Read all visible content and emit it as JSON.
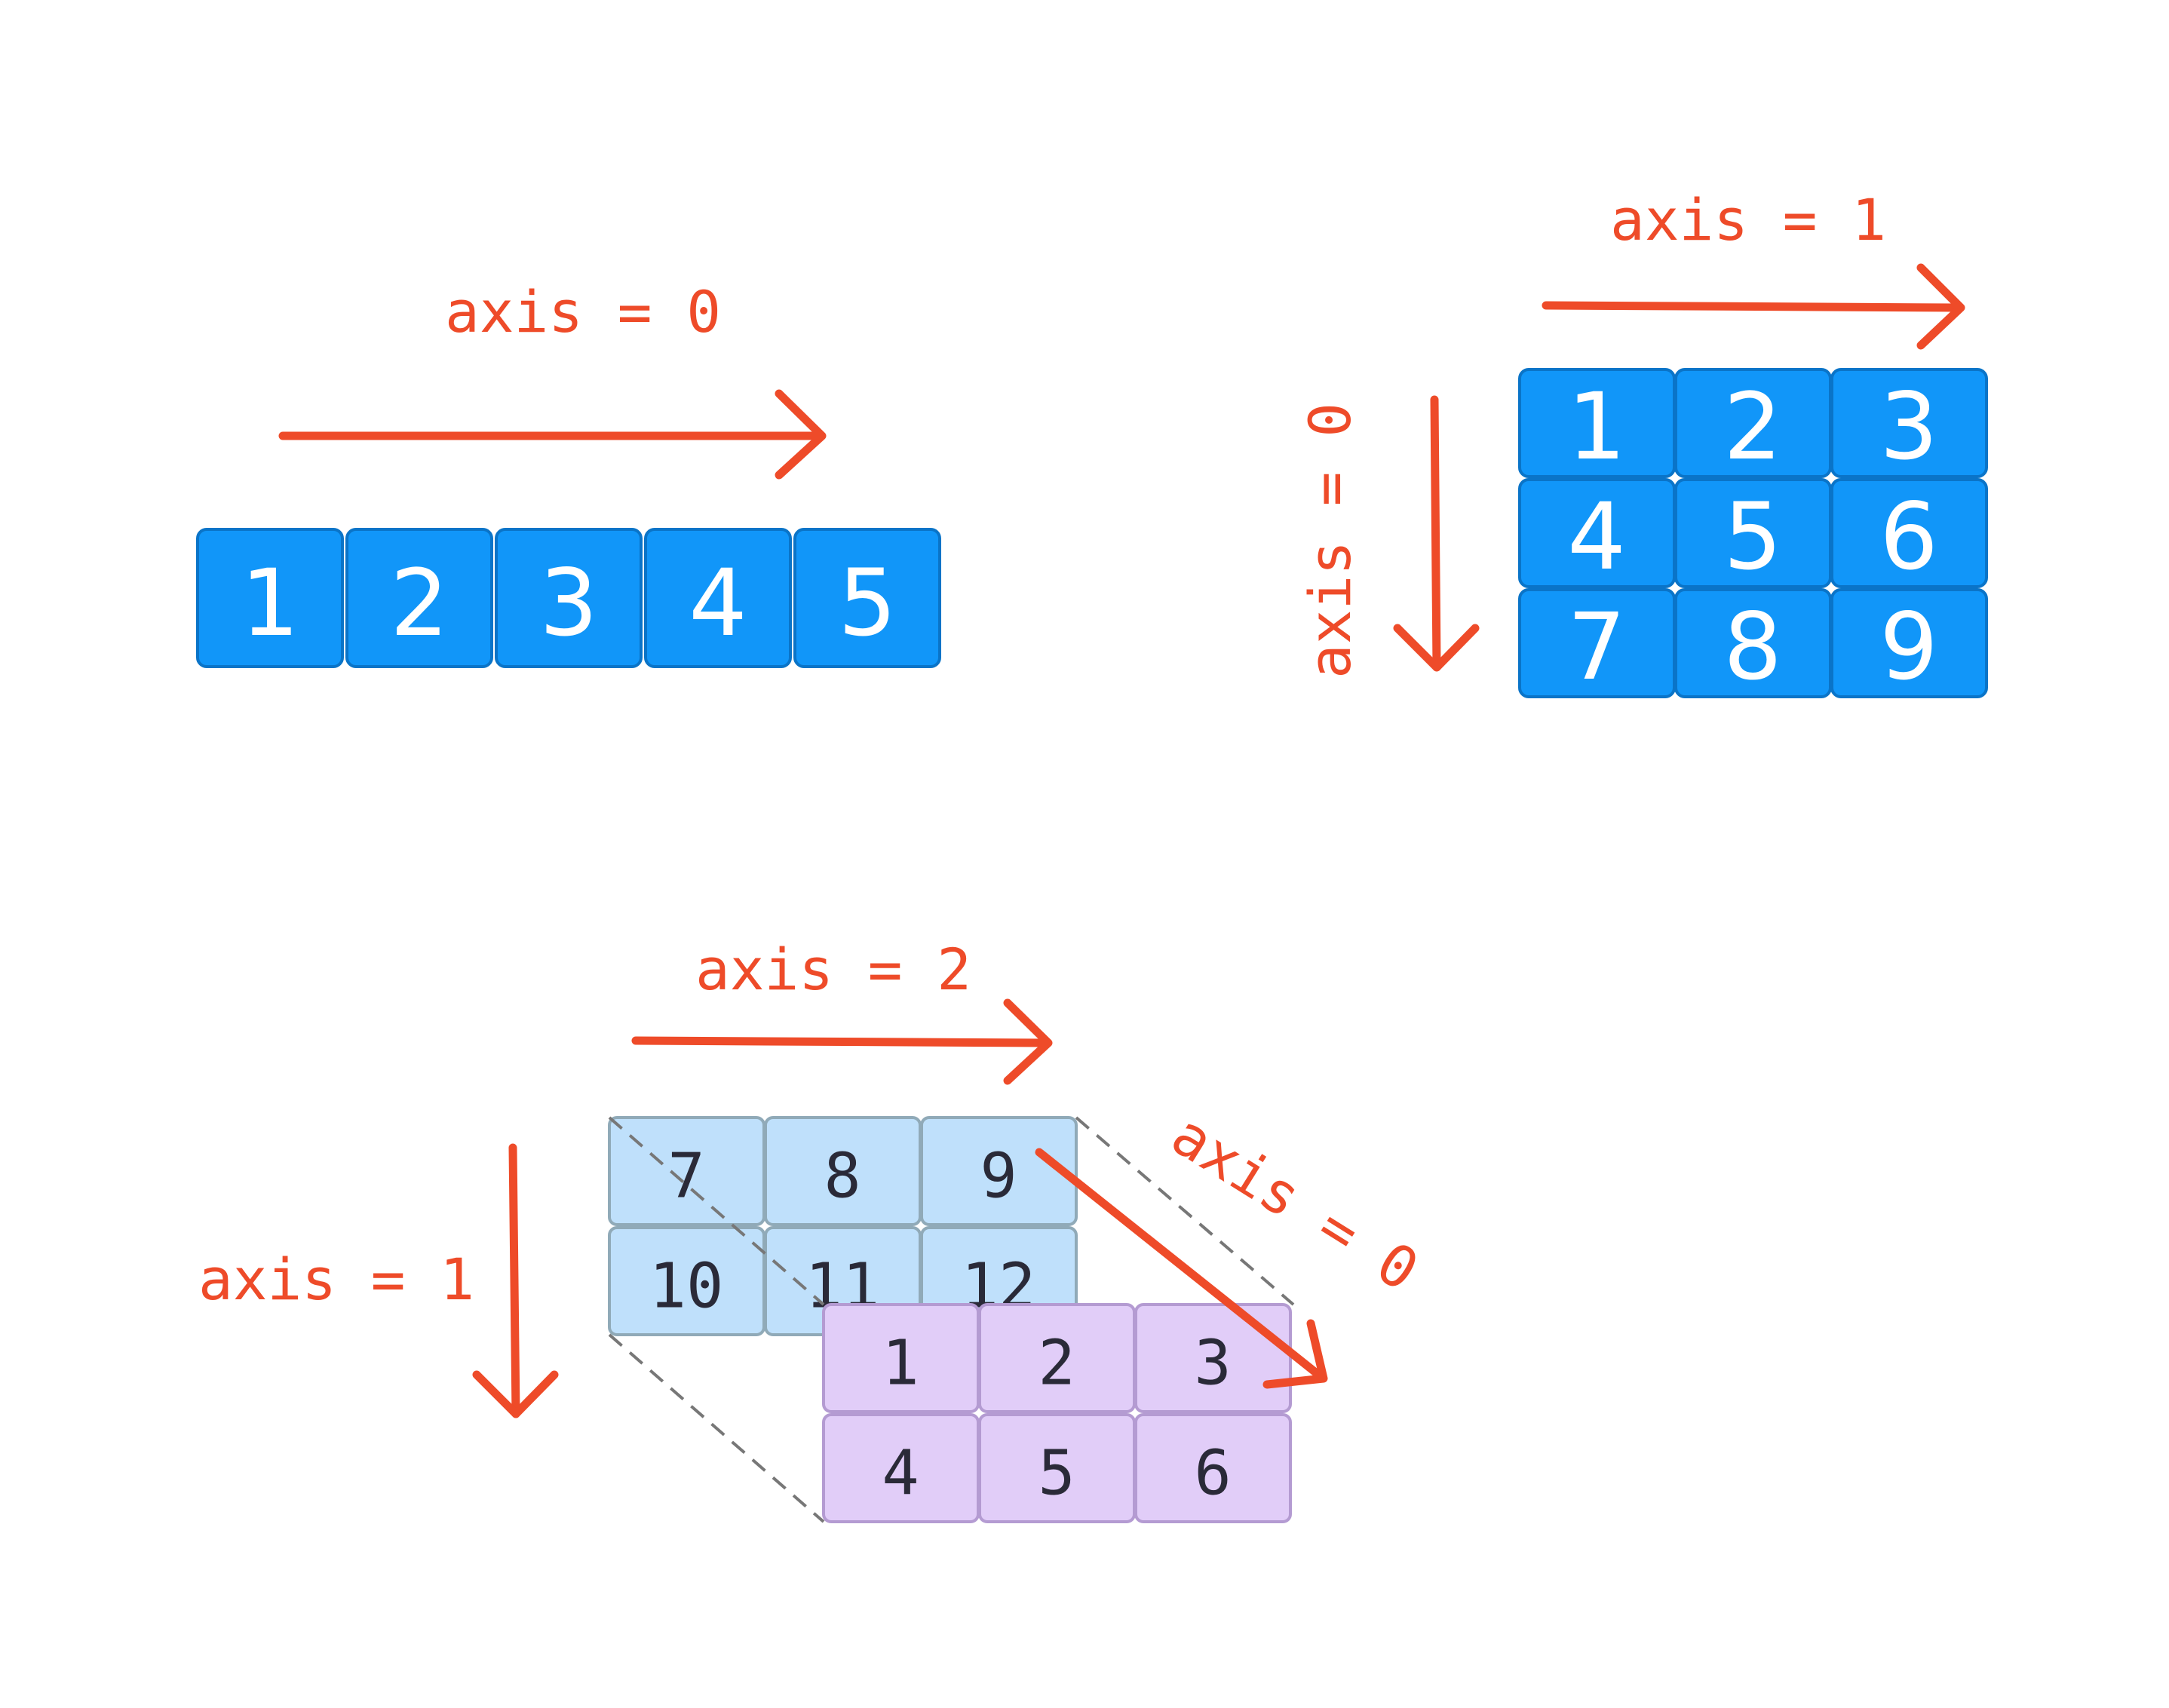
{
  "colors": {
    "accent_arrow": "#ee4b29",
    "cell_dark": "#1196f9",
    "cell_light_blue": "#bfe0fb",
    "cell_purple": "#e1cdf8",
    "text_dark": "#2a2a38"
  },
  "array_1d": {
    "axis0_label": "axis = 0",
    "values": [
      "1",
      "2",
      "3",
      "4",
      "5"
    ]
  },
  "array_2d": {
    "axis1_label": "axis = 1",
    "axis0_label": "axis = 0",
    "rows": [
      [
        "1",
        "2",
        "3"
      ],
      [
        "4",
        "5",
        "6"
      ],
      [
        "7",
        "8",
        "9"
      ]
    ]
  },
  "array_3d": {
    "axis2_label": "axis = 2",
    "axis1_label": "axis = 1",
    "axis0_label": "axis = 0",
    "back_layer": [
      [
        "7",
        "8",
        "9"
      ],
      [
        "10",
        "11",
        "12"
      ]
    ],
    "front_layer": [
      [
        "1",
        "2",
        "3"
      ],
      [
        "4",
        "5",
        "6"
      ]
    ]
  }
}
